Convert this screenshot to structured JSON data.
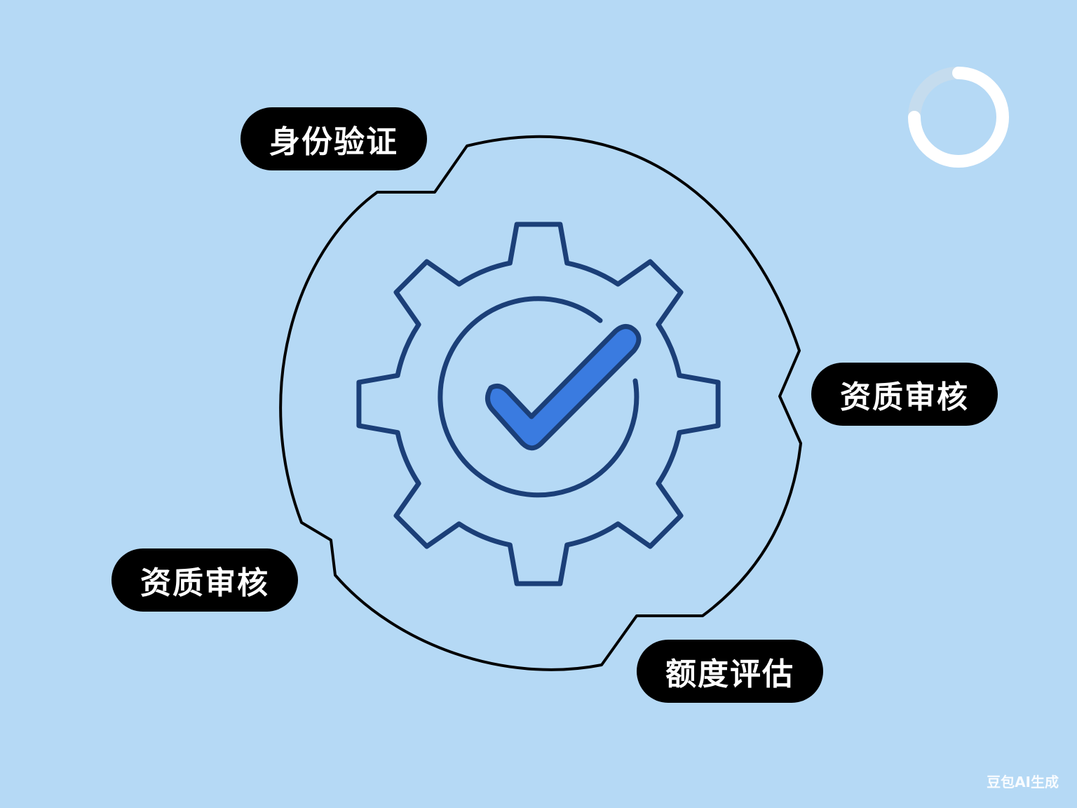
{
  "labels": {
    "identity_verification": "身份验证",
    "qualification_review_right": "资质审核",
    "qualification_review_left": "资质审核",
    "quota_assessment": "额度评估"
  },
  "watermark": "豆包AI生成",
  "icons": {
    "center": "gear-check-icon",
    "corner": "loading-ring-icon"
  },
  "colors": {
    "background": "#b5d9f5",
    "gear_stroke": "#1b3f78",
    "check_fill": "#3a7be0",
    "outline": "#000000",
    "pill": "#000000",
    "pill_text": "#ffffff"
  }
}
